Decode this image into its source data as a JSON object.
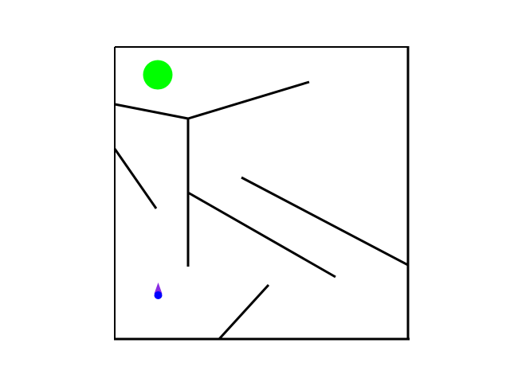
{
  "game": {
    "kind": "maze-navigation",
    "colors": {
      "background": "#ffffff",
      "wall": "#000000",
      "goal": "#00ff00",
      "agent_body": "#0000ff",
      "agent_heading": "#8a2be2"
    },
    "goal": {
      "shape": "circle",
      "icon": "goal-circle-icon"
    },
    "agent": {
      "shape": "teardrop",
      "heading": "up",
      "icon": "agent-marker-icon"
    }
  }
}
